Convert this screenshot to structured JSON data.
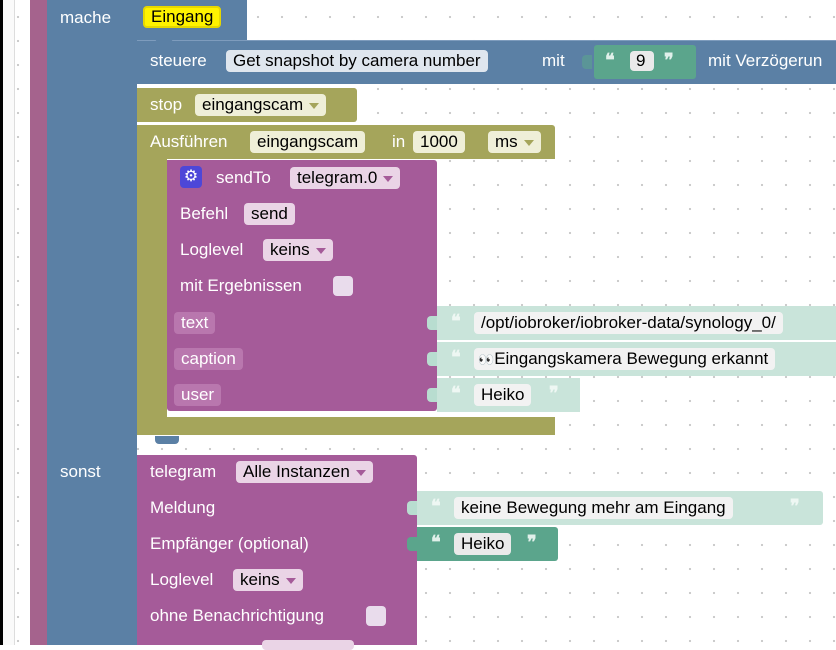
{
  "blocks": {
    "if": {
      "else_do_label": "mache",
      "else_label": "sonst"
    },
    "condition": {
      "value": "Eingang"
    },
    "control": {
      "keyword": "steuere",
      "target": "Get snapshot by camera number",
      "with_label": "mit",
      "value": "9",
      "delay_label": "mit Verzögerun"
    },
    "stop": {
      "label": "stop",
      "timer": "eingangscam"
    },
    "execute": {
      "label": "Ausführen",
      "timer": "eingangscam",
      "in_label": "in",
      "duration": "1000",
      "unit": "ms"
    },
    "sendto": {
      "label": "sendTo",
      "instance": "telegram.0",
      "command_label": "Befehl",
      "command": "send",
      "loglevel_label": "Loglevel",
      "loglevel": "keins",
      "results_label": "mit Ergebnissen",
      "params": [
        {
          "name": "text",
          "value": "/opt/iobroker/iobroker-data/synology_0/"
        },
        {
          "name": "caption",
          "value": "Eingangskamera Bewegung erkannt"
        },
        {
          "name": "user",
          "value": "Heiko"
        }
      ]
    },
    "telegram": {
      "label": "telegram",
      "instance": "Alle Instanzen",
      "message_label": "Meldung",
      "message": "keine Bewegung mehr am Eingang",
      "recipient_label": "Empfänger (optional)",
      "recipient": "Heiko",
      "loglevel_label": "Loglevel",
      "loglevel": "keins",
      "silent_label": "ohne Benachrichtigung"
    }
  },
  "colors": {
    "if_block": "#5b80a5",
    "control_block": "#5b80a5",
    "timer_block": "#a5a55b",
    "sendto_block": "#a55b99",
    "string_block": "#5ba58c",
    "highlight": "#fff200"
  },
  "icons": [
    "gear-icon",
    "dropdown-arrow-icon",
    "quote-open-icon",
    "quote-close-icon",
    "eyes-emoji-icon"
  ]
}
